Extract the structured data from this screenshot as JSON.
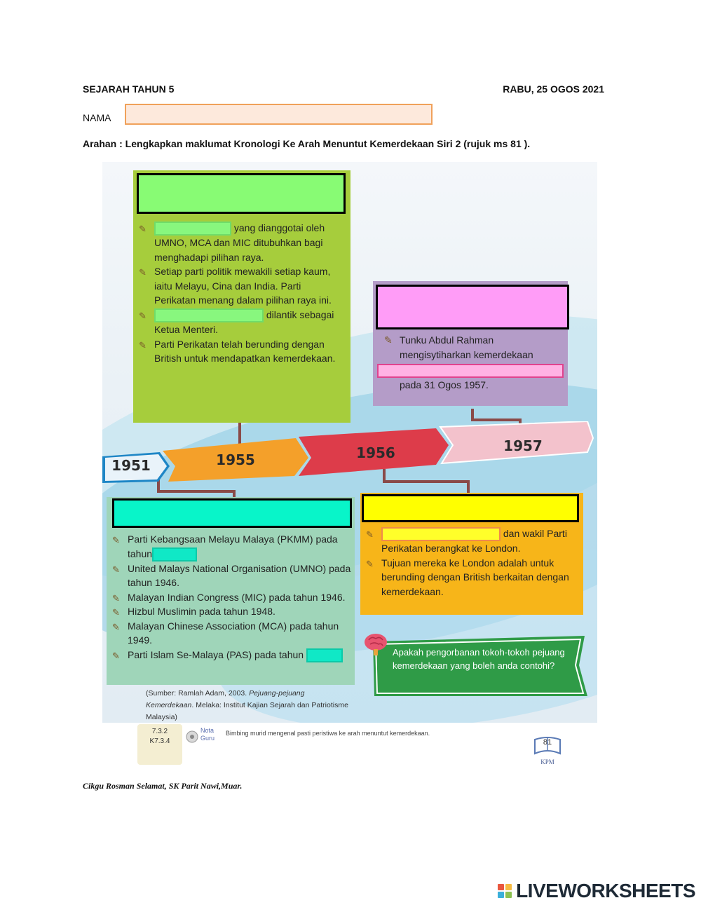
{
  "header": {
    "subject": "SEJARAH TAHUN 5",
    "date": "RABU, 25 OGOS 2021",
    "name_label": "NAMA",
    "name_value": "",
    "instruction": "Arahan : Lengkapkan maklumat  Kronologi Ke Arah Menuntut Kemerdekaan  Siri 2 (rujuk  ms 81 )."
  },
  "card_1955": {
    "title_value": "",
    "b1_blank": "",
    "b1_text": "yang dianggotai oleh UMNO, MCA dan MIC ditubuhkan bagi menghadapi pilihan raya.",
    "b2_text": "Setiap parti politik mewakili setiap kaum, iaitu Melayu, Cina dan India. Parti Perikatan menang dalam pilihan raya ini.",
    "b3_blank": "",
    "b3_text": "dilantik sebagai Ketua Menteri.",
    "b4_text": "Parti Perikatan telah berunding dengan British untuk mendapatkan kemerdekaan."
  },
  "card_1957": {
    "title_value": "",
    "b1_text": "Tunku Abdul Rahman mengisytiharkan kemerdekaan",
    "blank": "",
    "b1_after": "pada 31 Ogos 1957."
  },
  "timeline": [
    "1951",
    "1955",
    "1956",
    "1957"
  ],
  "card_1951": {
    "title_value": "",
    "items": {
      "i1_text": "Parti Kebangsaan Melayu Malaya (PKMM) pada tahun",
      "i1_blank": "",
      "i2_text": "United Malays National Organisation (UMNO) pada tahun 1946.",
      "i3_text": "Malayan Indian Congress (MIC) pada tahun 1946.",
      "i4_text": "Hizbul Muslimin pada tahun 1948.",
      "i5_text": "Malayan Chinese Association (MCA) pada tahun 1949.",
      "i6_text": "Parti Islam Se-Malaya (PAS) pada tahun",
      "i6_blank": ""
    }
  },
  "card_1956": {
    "title_value": "",
    "b1_blank": "",
    "b1_text": "dan wakil Parti Perikatan berangkat ke London.",
    "b2_text": "Tujuan mereka ke London adalah untuk berunding dengan British berkaitan dengan kemerdekaan."
  },
  "question": "Apakah pengorbanan tokoh-tokoh pejuang kemerdekaan yang boleh anda contohi?",
  "source": {
    "prefix": "(Sumber: Ramlah Adam, 2003. ",
    "italic": "Pejuang-pejuang Kemerdekaan",
    "suffix": ". Melaka: Institut Kajian Sejarah dan Patriotisme Malaysia)"
  },
  "teacher_note": {
    "codes": [
      "7.3.2",
      "K7.3.4"
    ],
    "label": "Nota Guru",
    "text": "Bimbing murid mengenal pasti peristiwa ke arah menuntut kemerdekaan."
  },
  "page_number": "81",
  "page_logo": "KPM",
  "footer": {
    "signature": "Cikgu Rosman Selamat, SK Parit Nawi,Muar.",
    "brand": "LIVEWORKSHEETS"
  },
  "colors": {
    "green_card": "#a6cd3c",
    "purple_card": "#b49cc8",
    "teal_card": "#9fd5b9",
    "orange_card": "#f7b519",
    "title_green": "#88fb74",
    "title_pink": "#ff9cf7",
    "title_teal": "#08f5c9",
    "title_yellow": "#ffff00",
    "blank_pink_border": "#e48ac0",
    "blank_green_fill": "#88f77e",
    "blank_teal_fill": "#10e8c6",
    "blank_yellow_fill": "#ffff2a"
  },
  "icons": [
    "pencil-bullet-icon",
    "brain-icon",
    "book-icon",
    "liveworksheets-logo-icon"
  ]
}
